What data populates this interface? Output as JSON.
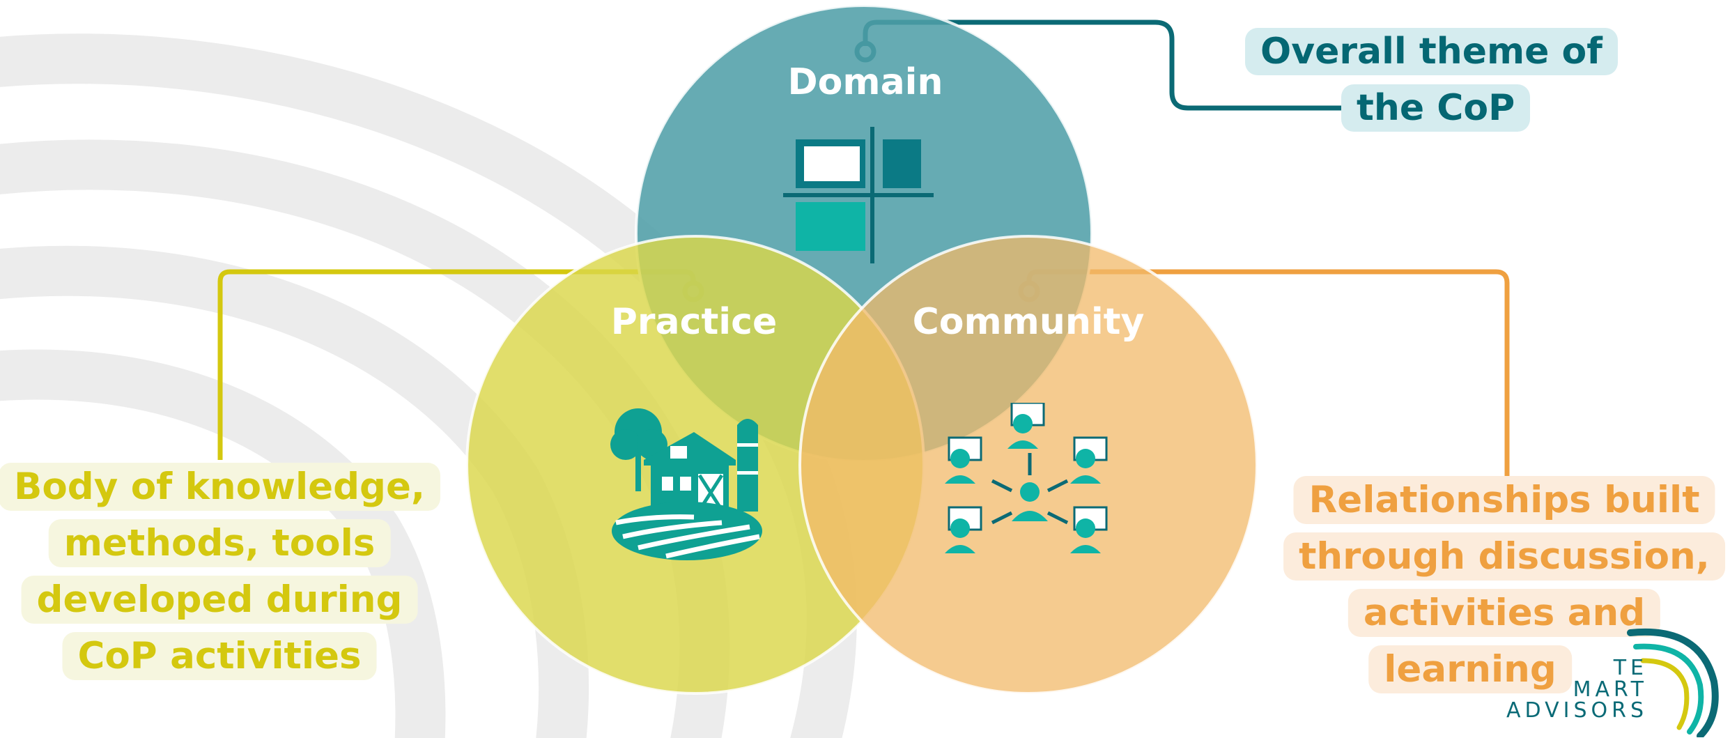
{
  "circles": {
    "domain": {
      "label": "Domain",
      "color": "#4f9ea8"
    },
    "practice": {
      "label": "Practice",
      "color": "#dbd74a"
    },
    "community": {
      "label": "Community",
      "color": "#f2b96a"
    }
  },
  "callouts": {
    "domain": {
      "lines": [
        "Overall theme of",
        "the CoP"
      ],
      "text_color": "#056773",
      "bg_color": "#d5ecef"
    },
    "practice": {
      "lines": [
        "Body of knowledge,",
        "methods, tools",
        "developed during",
        "CoP activities"
      ],
      "text_color": "#d4c80f",
      "bg_color": "#f6f6df"
    },
    "community": {
      "lines": [
        "Relationships built",
        "through discussion,",
        "activities and",
        "learning"
      ],
      "text_color": "#efa040",
      "bg_color": "#fcecdc"
    }
  },
  "icons": {
    "domain": "layout-grid-icon",
    "practice": "farm-barn-icon",
    "community": "network-people-icon",
    "brand": "swirl-logo-icon"
  },
  "brand": {
    "lines": [
      "TE",
      "MART",
      "ADVISORS"
    ],
    "color": "#0a6a76"
  },
  "colors": {
    "teal": "#0b7a85",
    "teal_accent": "#0fb4a6",
    "arc_gray": "#ececec"
  }
}
